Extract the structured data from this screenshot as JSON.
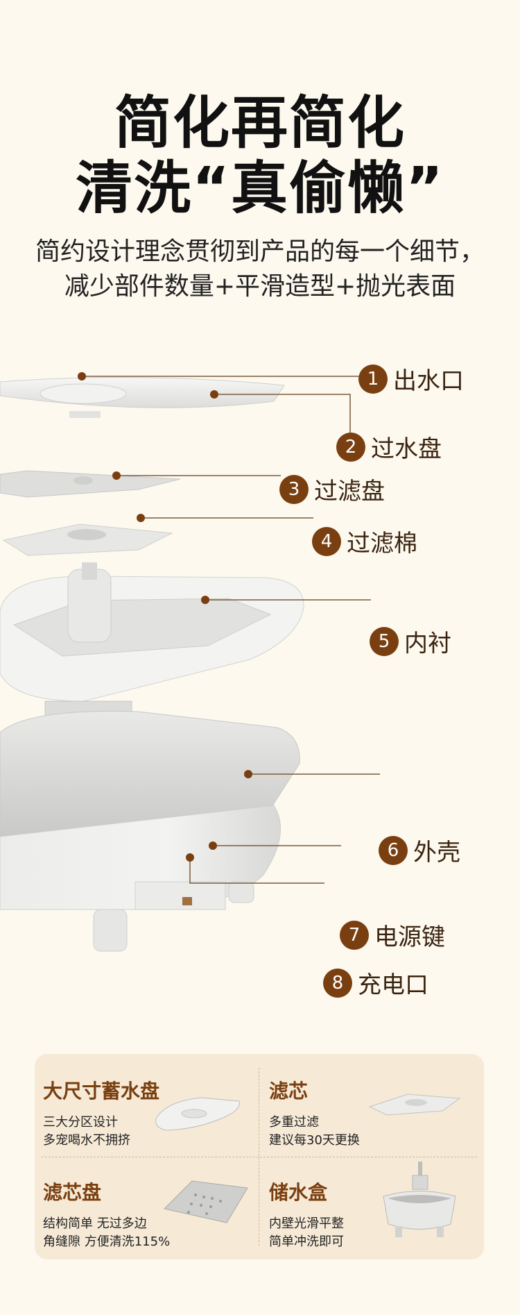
{
  "header": {
    "title_line1": "简化再简化",
    "title_line2": "清洗“真偷懒”",
    "subtitle_line1": "简约设计理念贯彻到产品的每一个细节，",
    "subtitle_line2": "减少部件数量+平滑造型+抛光表面"
  },
  "parts": [
    {
      "num": "1",
      "label": "出水口"
    },
    {
      "num": "2",
      "label": "过水盘"
    },
    {
      "num": "3",
      "label": "过滤盘"
    },
    {
      "num": "4",
      "label": "过滤棉"
    },
    {
      "num": "5",
      "label": "内衬"
    },
    {
      "num": "6",
      "label": "外壳"
    },
    {
      "num": "7",
      "label": "电源键"
    },
    {
      "num": "8",
      "label": "充电口"
    }
  ],
  "features": [
    {
      "title": "大尺寸蓄水盘",
      "line1": "三大分区设计",
      "line2": "多宠喝水不拥挤"
    },
    {
      "title": "滤芯",
      "line1": "多重过滤",
      "line2": "建议每30天更换"
    },
    {
      "title": "滤芯盘",
      "line1": "结构简单 无过多边",
      "line2": "角缝隙 方便清洗115%"
    },
    {
      "title": "储水盒",
      "line1": "内壁光滑平整",
      "line2": "简单冲洗即可"
    }
  ],
  "colors": {
    "background": "#fdf9ef",
    "accent": "#7a3f10",
    "panel": "#f6ead7",
    "part_white": "#f0f0ee"
  }
}
